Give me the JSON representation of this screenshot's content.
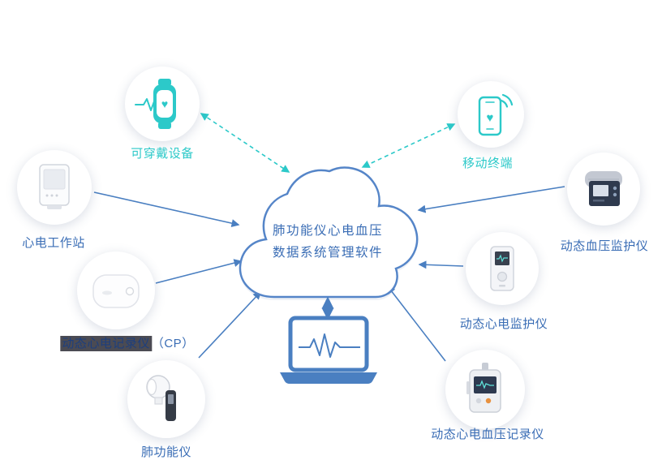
{
  "colors": {
    "teal": "#2cc9c9",
    "blue": "#4a7fc1",
    "label_blue": "#3a6db5",
    "cloud_border": "#5585c8",
    "highlight_bg": "#4b4b53"
  },
  "icons": {
    "heart_glyph": "♥"
  },
  "cloud": {
    "line1": "肺功能仪心电血压",
    "line2": "数据系统管理软件"
  },
  "nodes": {
    "wearable": {
      "label": "可穿戴设备"
    },
    "mobile_terminal": {
      "label": "移动终端"
    },
    "ecg_workstation": {
      "label": "心电工作站"
    },
    "holter_recorder": {
      "label": "动态心电记录仪",
      "label_suffix": "（CP）"
    },
    "spirometer": {
      "label": "肺功能仪"
    },
    "bp_monitor": {
      "label": "动态血压监护仪"
    },
    "ecg_monitor": {
      "label": "动态心电监护仪"
    },
    "ecg_bp_recorder": {
      "label": "动态心电血压记录仪"
    }
  }
}
